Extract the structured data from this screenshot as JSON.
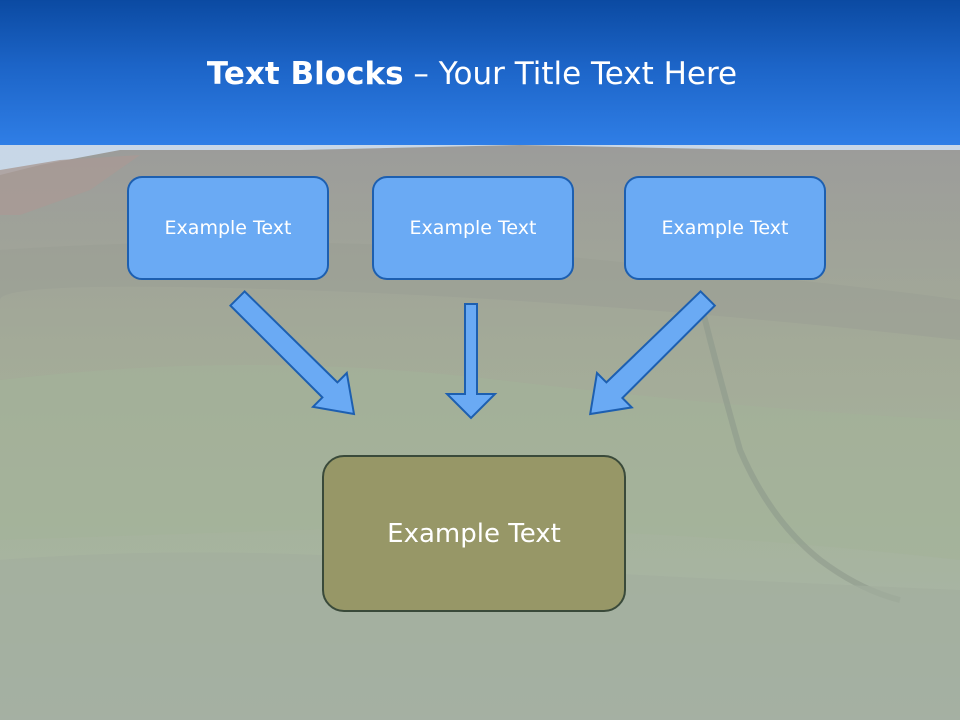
{
  "title": {
    "bold": "Text Blocks",
    "rest": " – Your Title Text Here"
  },
  "blocks": [
    {
      "label": "Example Text"
    },
    {
      "label": "Example Text"
    },
    {
      "label": "Example Text"
    }
  ],
  "target": {
    "label": "Example Text"
  },
  "colors": {
    "title_bar": "#1c64c7",
    "top_block_fill": "#6aaaf4",
    "top_block_border": "#1d5fb0",
    "target_fill": "#979767",
    "arrow_fill": "#6aaaf4"
  }
}
